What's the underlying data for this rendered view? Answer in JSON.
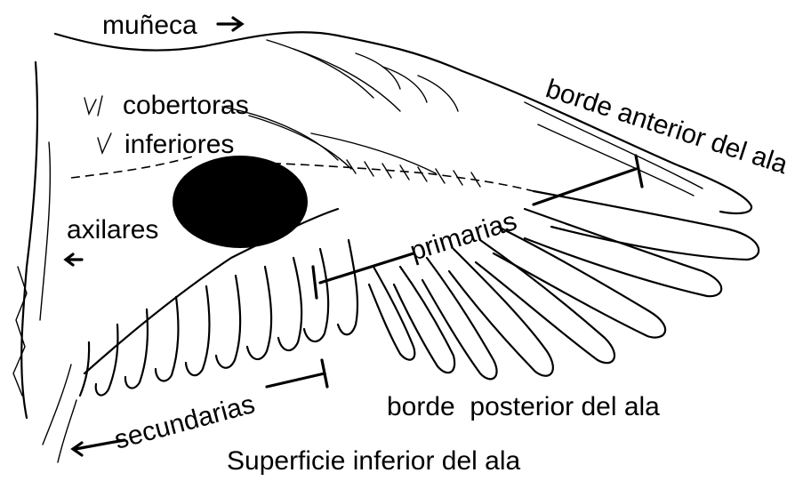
{
  "labels": {
    "wrist": "muñeca",
    "underwing_coverts_1": "cobertoras",
    "underwing_coverts_2": "inferiores",
    "axillaries": "axilares",
    "leading_edge": "borde anterior del ala",
    "primaries": "primarias",
    "secondaries": "secundarias",
    "trailing_edge": "borde  posterior del ala",
    "caption": "Superficie inferior del ala"
  }
}
